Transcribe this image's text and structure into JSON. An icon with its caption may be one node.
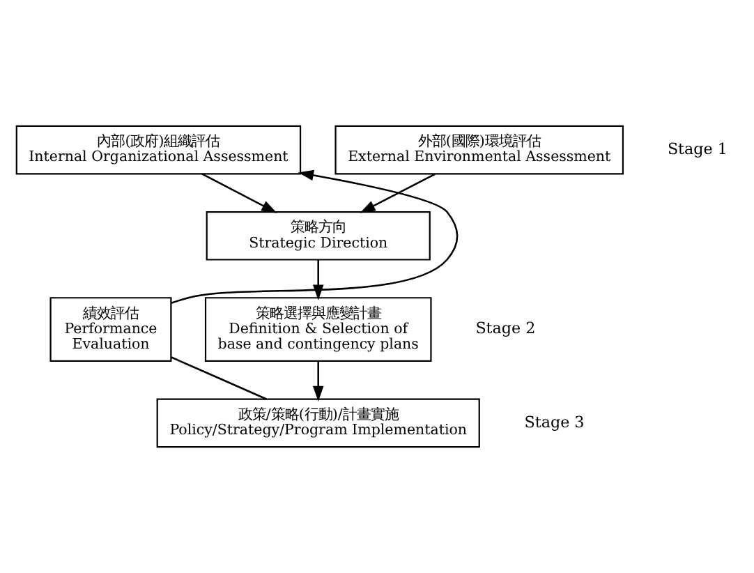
{
  "diagram": {
    "nodes": [
      {
        "text": [
          "內部(政府)組織評估",
          "Internal Organizational Assessment"
        ]
      },
      {
        "text": [
          "外部(國際)環境評估",
          "External Environmental Assessment"
        ]
      },
      {
        "text": [
          "策略方向",
          "Strategic Direction"
        ]
      },
      {
        "text": [
          "策略選擇與應變計畫",
          "Definition & Selection of base and contingency plans"
        ]
      },
      {
        "text": [
          "政策/策略(行動)/計畫實施",
          "Policy/Strategy/Program Implementation"
        ]
      },
      {
        "text": [
          "績效評估",
          "Performance Evaluation"
        ]
      }
    ],
    "edges": [
      {
        "from": 0,
        "to": 2,
        "arrow": "to"
      },
      {
        "from": 1,
        "to": 2,
        "arrow": "to"
      },
      {
        "from": 2,
        "to": 3,
        "arrow": "to"
      },
      {
        "from": 3,
        "to": 4,
        "arrow": "to"
      },
      {
        "from": 4,
        "to": 5,
        "arrow": "none"
      },
      {
        "from": 5,
        "to": 0,
        "arrow": "to"
      }
    ],
    "labels": [
      "Stage 1",
      "Stage 2",
      "Stage 3"
    ]
  }
}
